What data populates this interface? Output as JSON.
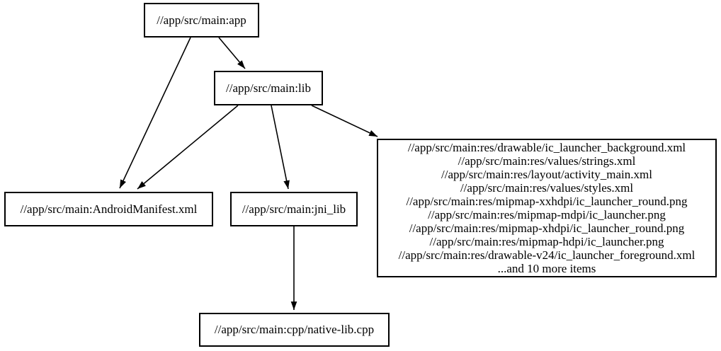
{
  "diagram": {
    "kind": "dependency-graph",
    "background_color": "#ffffff",
    "node_border_color": "#000000",
    "edge_color": "#000000",
    "text_color": "#000000",
    "nodes": {
      "app": {
        "label": "//app/src/main:app"
      },
      "lib": {
        "label": "//app/src/main:lib"
      },
      "android_manifest": {
        "label": "//app/src/main:AndroidManifest.xml"
      },
      "jni_lib": {
        "label": "//app/src/main:jni_lib"
      },
      "res_list": {
        "lines": [
          "//app/src/main:res/drawable/ic_launcher_background.xml",
          "//app/src/main:res/values/strings.xml",
          "//app/src/main:res/layout/activity_main.xml",
          "//app/src/main:res/values/styles.xml",
          "//app/src/main:res/mipmap-xxhdpi/ic_launcher_round.png",
          "//app/src/main:res/mipmap-mdpi/ic_launcher.png",
          "//app/src/main:res/mipmap-xhdpi/ic_launcher_round.png",
          "//app/src/main:res/mipmap-hdpi/ic_launcher.png",
          "//app/src/main:res/drawable-v24/ic_launcher_foreground.xml",
          "...and 10 more items"
        ]
      },
      "native_lib_cpp": {
        "label": "//app/src/main:cpp/native-lib.cpp"
      }
    },
    "edges": [
      {
        "from": "app",
        "to": "android_manifest"
      },
      {
        "from": "app",
        "to": "lib"
      },
      {
        "from": "lib",
        "to": "android_manifest"
      },
      {
        "from": "lib",
        "to": "jni_lib"
      },
      {
        "from": "lib",
        "to": "res_list"
      },
      {
        "from": "jni_lib",
        "to": "native_lib_cpp"
      }
    ]
  }
}
